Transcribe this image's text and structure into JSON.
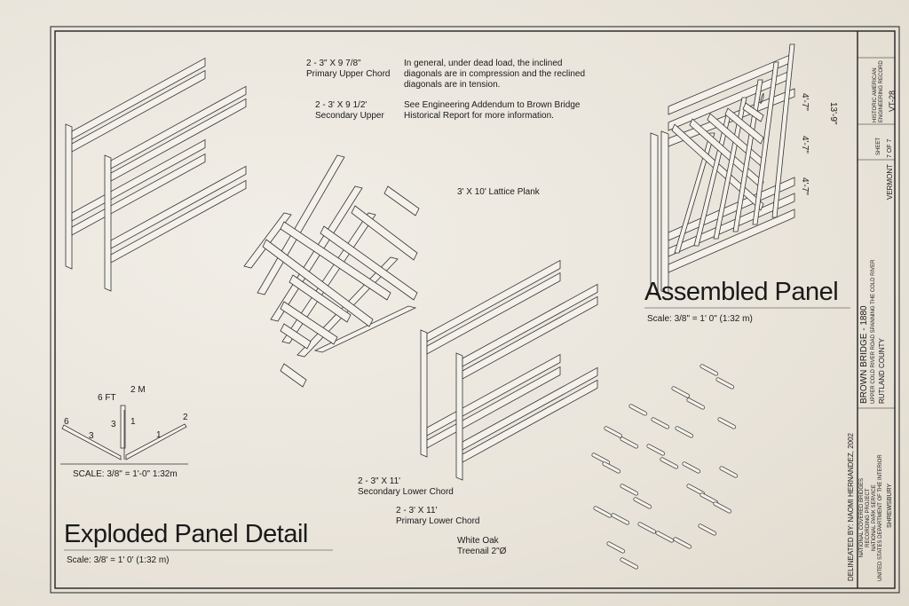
{
  "annotations": {
    "primary_upper_chord": {
      "size": "2 - 3\" X 9 7/8\"",
      "name": "Primary Upper Chord"
    },
    "secondary_upper": {
      "size": "2  - 3' X 9 1/2'",
      "name": "Secondary Upper"
    },
    "note_1": [
      "In general, under dead load, the inclined",
      "diagonals are in compression and the reclined",
      "diagonals are in tension."
    ],
    "note_2": [
      "See Engineering Addendum to Brown Bridge",
      "Historical Report for more information."
    ],
    "lattice_plank": "3' X 10' Lattice Plank",
    "secondary_lower_chord": {
      "size": "2 - 3\" X 11'",
      "name": "Secondary Lower Chord"
    },
    "primary_lower_chord": {
      "size": "2 - 3' X 11'",
      "name": "Primary Lower Chord"
    },
    "treenail": {
      "name": "White Oak",
      "size": "Treenail 2\"Ø"
    }
  },
  "scale_figure": {
    "labels": {
      "ft": "6 FT",
      "m": "2 M",
      "left_end": "6",
      "left_mid": "3",
      "post_left": "3",
      "post_right": "1",
      "right_mid": "1",
      "right_end": "2"
    },
    "caption": "SCALE: 3/8\" = 1'-0\"  1:32m"
  },
  "exploded": {
    "title": "Exploded Panel Detail",
    "scale": "Scale: 3/8' = 1' 0'  (1:32 m)"
  },
  "assembled": {
    "title": "Assembled Panel",
    "scale": "Scale: 3/8\" = 1' 0\"  (1:32 m)",
    "dimensions": {
      "d1": "4'-7\"",
      "d2": "4'-7\"",
      "d3": "4'-7\"",
      "overall": "13'-9\""
    }
  },
  "title_block": {
    "bridge": "BROWN BRIDGE - 1880",
    "location_line": "UPPER COLD RIVER ROAD SPANNING THE COLD RIVER",
    "county": "RUTLAND COUNTY",
    "town": "SHREWSBURY",
    "state": "VERMONT",
    "sheet_label": "SHEET",
    "sheet": "7 OF 7",
    "program": "HISTORIC AMERICAN ENGINEERING RECORD",
    "record_no": "VT-28",
    "delineated": "DELINEATED BY:  NAOMI HERNANDEZ, 2002",
    "agency": [
      "NATIONAL COVERED BRIDGES",
      "RECORDING PROJECT",
      "NATIONAL PARK SERVICE",
      "UNITED STATES DEPARTMENT OF THE INTERIOR"
    ]
  },
  "colors": {
    "paper": "#ece8df",
    "ink": "#1a1a1a"
  }
}
